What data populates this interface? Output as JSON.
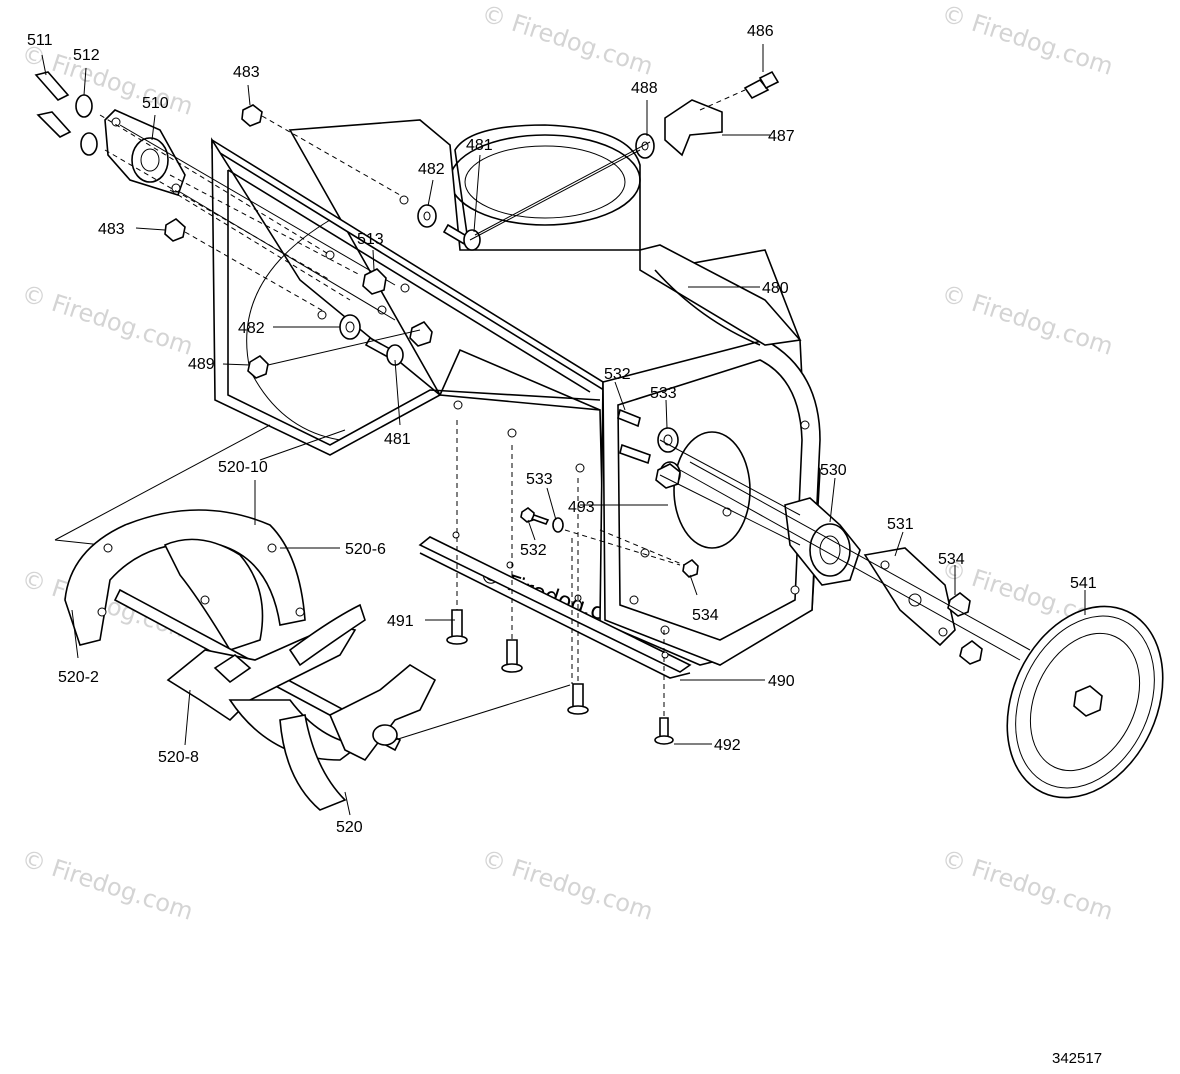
{
  "watermark": {
    "text": "© Firedog.com"
  },
  "reference_number": "342517",
  "callouts": [
    {
      "id": "511",
      "label": "511"
    },
    {
      "id": "512",
      "label": "512"
    },
    {
      "id": "510",
      "label": "510"
    },
    {
      "id": "483a",
      "label": "483"
    },
    {
      "id": "483b",
      "label": "483"
    },
    {
      "id": "486",
      "label": "486"
    },
    {
      "id": "488",
      "label": "488"
    },
    {
      "id": "487",
      "label": "487"
    },
    {
      "id": "481a",
      "label": "481"
    },
    {
      "id": "482a",
      "label": "482"
    },
    {
      "id": "513",
      "label": "513"
    },
    {
      "id": "480",
      "label": "480"
    },
    {
      "id": "482b",
      "label": "482"
    },
    {
      "id": "489",
      "label": "489"
    },
    {
      "id": "481b",
      "label": "481"
    },
    {
      "id": "532a",
      "label": "532"
    },
    {
      "id": "533a",
      "label": "533"
    },
    {
      "id": "520-10",
      "label": "520-10"
    },
    {
      "id": "533b",
      "label": "533"
    },
    {
      "id": "493",
      "label": "493"
    },
    {
      "id": "530",
      "label": "530"
    },
    {
      "id": "520-6",
      "label": "520-6"
    },
    {
      "id": "532b",
      "label": "532"
    },
    {
      "id": "531",
      "label": "531"
    },
    {
      "id": "534a",
      "label": "534"
    },
    {
      "id": "541",
      "label": "541"
    },
    {
      "id": "534b",
      "label": "534"
    },
    {
      "id": "491",
      "label": "491"
    },
    {
      "id": "520-2",
      "label": "520-2"
    },
    {
      "id": "490",
      "label": "490"
    },
    {
      "id": "492",
      "label": "492"
    },
    {
      "id": "520-8",
      "label": "520-8"
    },
    {
      "id": "520",
      "label": "520"
    }
  ]
}
